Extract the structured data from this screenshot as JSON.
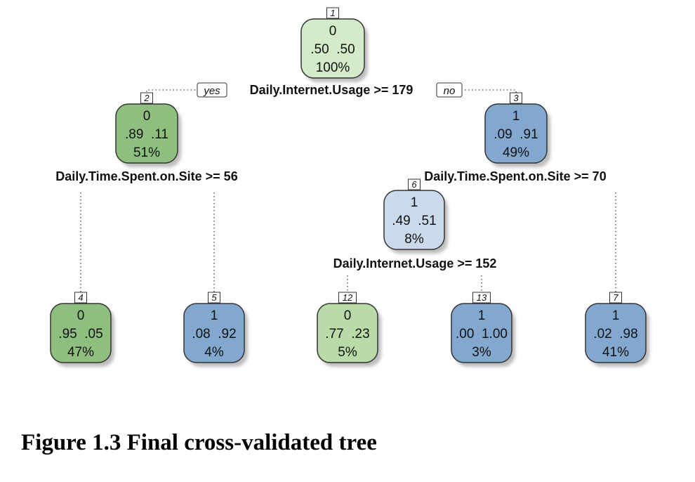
{
  "caption": "Figure 1.3 Final cross-validated tree",
  "colors": {
    "class0_dark": "#8fbf7f",
    "class0_light": "#b8dba7",
    "class0_pale": "#d4ebca",
    "class1_dark": "#82a8cf",
    "class1_pale": "#cad9ec",
    "shadow": "#bdbdbd"
  },
  "branch_labels": {
    "yes": "yes",
    "no": "no"
  },
  "nodes": [
    {
      "id": "1",
      "cls": "0",
      "probs": ".50  .50",
      "pct": "100%",
      "fill": "class0_pale"
    },
    {
      "id": "2",
      "cls": "0",
      "probs": ".89  .11",
      "pct": "51%",
      "fill": "class0_dark"
    },
    {
      "id": "3",
      "cls": "1",
      "probs": ".09  .91",
      "pct": "49%",
      "fill": "class1_dark"
    },
    {
      "id": "6",
      "cls": "1",
      "probs": ".49  .51",
      "pct": "8%",
      "fill": "class1_pale"
    },
    {
      "id": "4",
      "cls": "0",
      "probs": ".95  .05",
      "pct": "47%",
      "fill": "class0_dark"
    },
    {
      "id": "5",
      "cls": "1",
      "probs": ".08  .92",
      "pct": "4%",
      "fill": "class1_dark"
    },
    {
      "id": "12",
      "cls": "0",
      "probs": ".77  .23",
      "pct": "5%",
      "fill": "class0_light"
    },
    {
      "id": "13",
      "cls": "1",
      "probs": ".00  1.00",
      "pct": "3%",
      "fill": "class1_dark"
    },
    {
      "id": "7",
      "cls": "1",
      "probs": ".02  .98",
      "pct": "41%",
      "fill": "class1_dark"
    }
  ],
  "splits": [
    {
      "node": "1",
      "text": "Daily.Internet.Usage >= 179"
    },
    {
      "node": "2",
      "text": "Daily.Time.Spent.on.Site >= 56"
    },
    {
      "node": "3",
      "text": "Daily.Time.Spent.on.Site >= 70"
    },
    {
      "node": "6",
      "text": "Daily.Internet.Usage >= 152"
    }
  ]
}
